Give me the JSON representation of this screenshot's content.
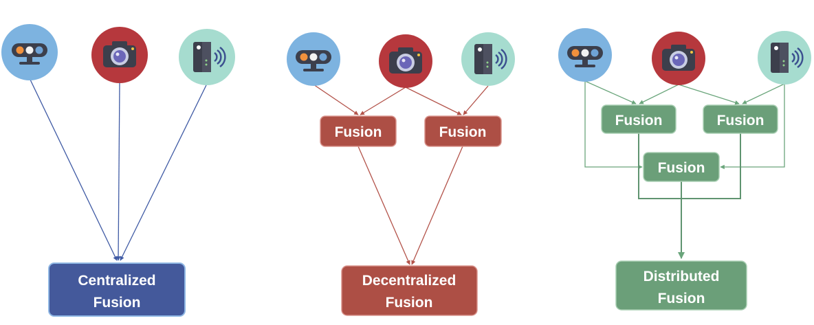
{
  "panels": {
    "centralized": {
      "result_line1": "Centralized",
      "result_line2": "Fusion",
      "color": "#44599b",
      "line_color": "#3f5aa4"
    },
    "decentralized": {
      "fusion_left": "Fusion",
      "fusion_right": "Fusion",
      "result_line1": "Decentralized",
      "result_line2": "Fusion",
      "color": "#ad4f45",
      "line_color": "#b3534a"
    },
    "distributed": {
      "fusion_left": "Fusion",
      "fusion_right": "Fusion",
      "fusion_center": "Fusion",
      "result_line1": "Distributed",
      "result_line2": "Fusion",
      "color": "#6b9f79",
      "line_color": "#6aa57b"
    }
  },
  "sensors": [
    {
      "name": "depth-camera",
      "icon": "depth-camera-icon",
      "bg": "#7db3e0"
    },
    {
      "name": "camera",
      "icon": "camera-icon",
      "bg": "#b6383d"
    },
    {
      "name": "radar",
      "icon": "radar-icon",
      "bg": "#a6dccf"
    }
  ]
}
